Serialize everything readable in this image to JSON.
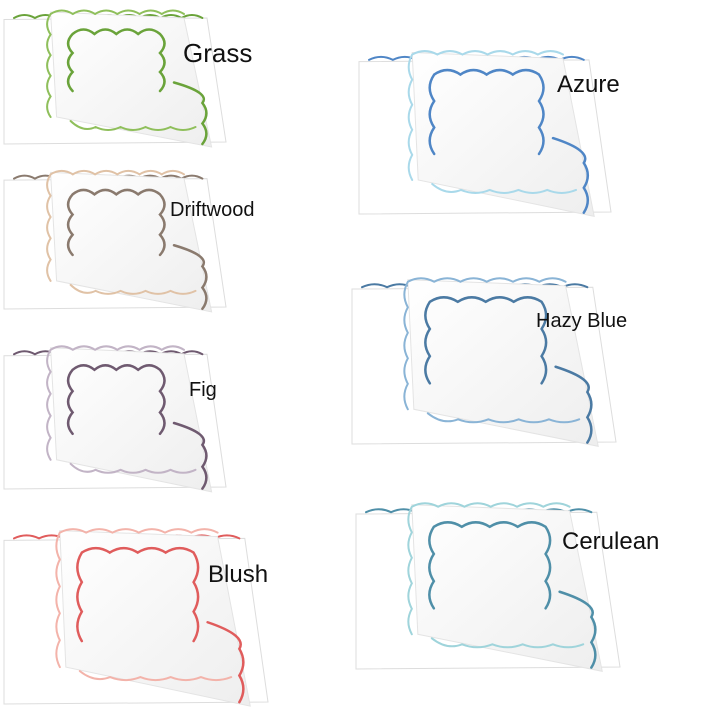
{
  "swatches": [
    {
      "id": "grass",
      "label": "Grass",
      "accent": "#6aa33a",
      "secondary": "#8fbf5b"
    },
    {
      "id": "driftwood",
      "label": "Driftwood",
      "accent": "#8a7a6e",
      "secondary": "#e0c2a6"
    },
    {
      "id": "fig",
      "label": "Fig",
      "accent": "#6f5a70",
      "secondary": "#c2b4c6"
    },
    {
      "id": "blush",
      "label": "Blush",
      "accent": "#e05c5c",
      "secondary": "#f3b3aa"
    },
    {
      "id": "azure",
      "label": "Azure",
      "accent": "#4f86c6",
      "secondary": "#a9d9ea"
    },
    {
      "id": "hazy-blue",
      "label": "Hazy Blue",
      "accent": "#4b7aa3",
      "secondary": "#8ab4d6"
    },
    {
      "id": "cerulean",
      "label": "Cerulean",
      "accent": "#4f8fa8",
      "secondary": "#9fd4db"
    }
  ]
}
